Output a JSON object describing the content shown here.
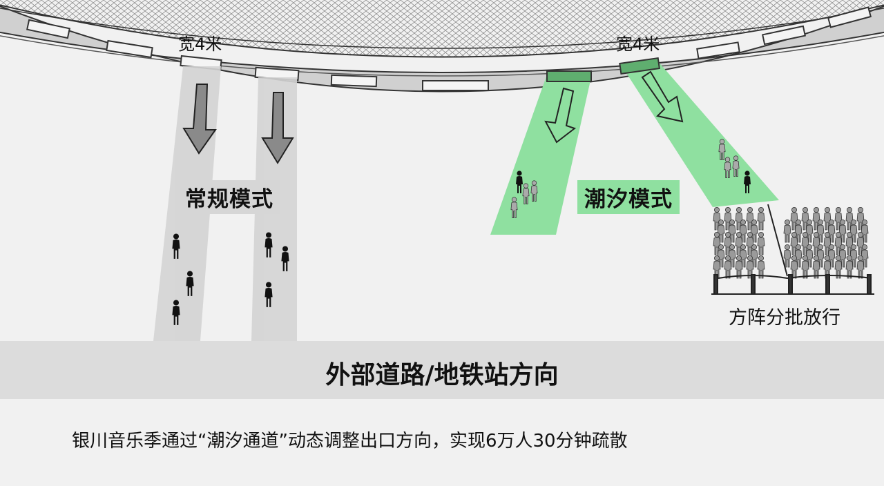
{
  "labels": {
    "width_left": "宽4米",
    "width_right": "宽4米",
    "mode_normal": "常规模式",
    "mode_tidal": "潮汐模式",
    "phalanx": "方阵分批放行",
    "road": "外部道路/地铁站方向",
    "caption": "银川音乐季通过“潮汐通道”动态调整出口方向，实现6万人30分钟疏散"
  },
  "colors": {
    "background": "#f1f1f1",
    "normal_lane": "#d4d4d4",
    "tidal_lane": "#8fe0a0",
    "tidal_gate": "#5fae6f",
    "arrow_gray": "#8a8a8a",
    "arrow_green": "#8fe0a0",
    "road_band": "#dcdcdc",
    "stadium_wall": "#cfcfcf"
  },
  "icons": {
    "arrow": "down-arrow-icon",
    "person": "person-icon",
    "barrier": "queue-barrier-icon"
  }
}
